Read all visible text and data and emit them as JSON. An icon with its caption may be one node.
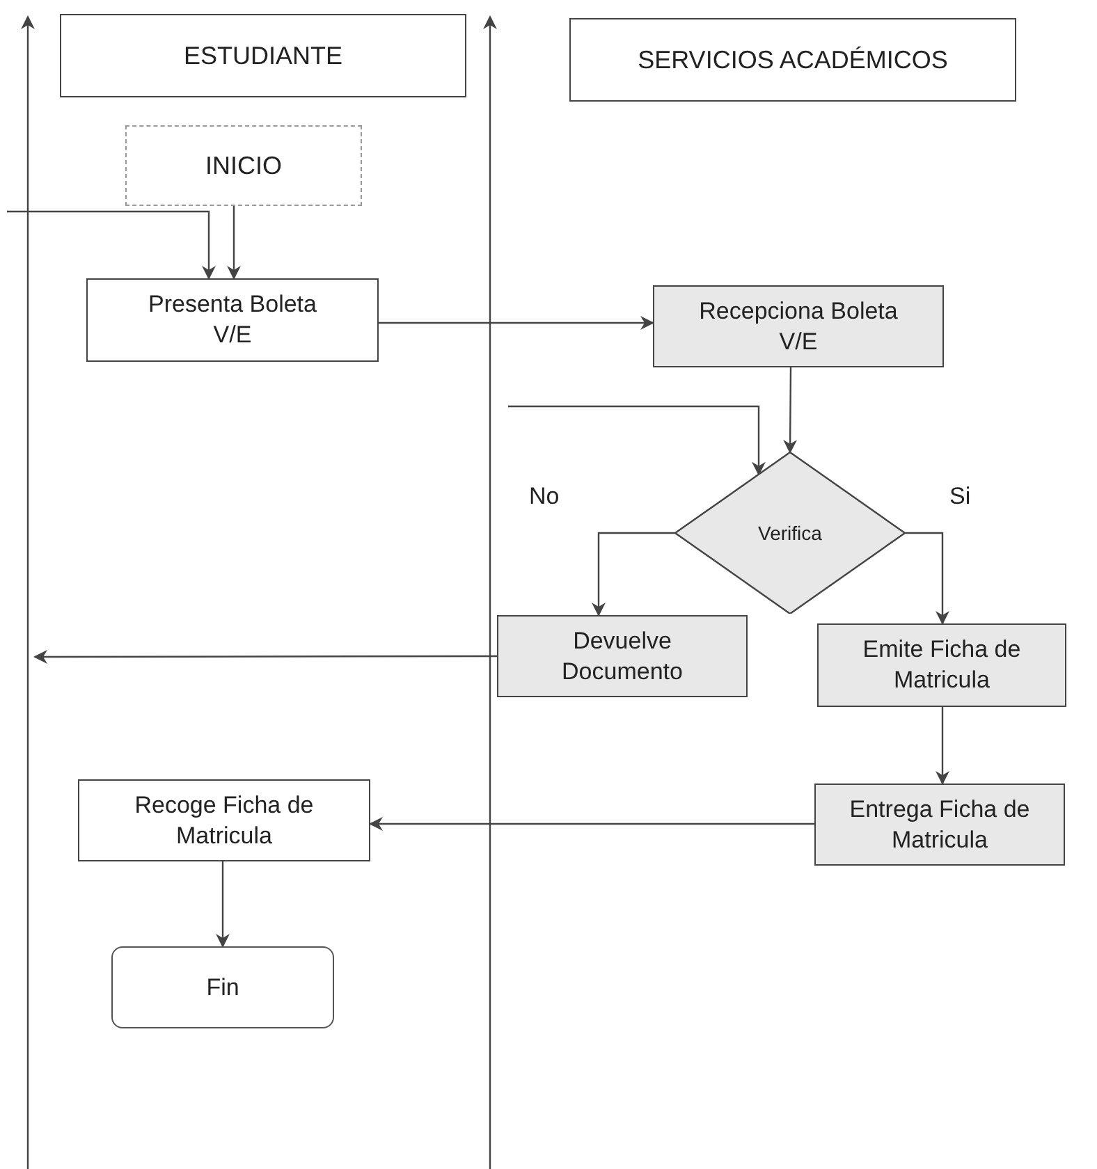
{
  "diagram": {
    "nodes": [
      {
        "text": [
          "ESTUDIANTE"
        ]
      },
      {
        "text": [
          "SERVICIOS ACADÉMICOS"
        ]
      },
      {
        "text": [
          "INICIO"
        ]
      },
      {
        "text": [
          "Presenta Boleta V/E"
        ]
      },
      {
        "text": [
          "Recepciona Boleta V/E"
        ]
      },
      {
        "text": [
          "Verifica"
        ]
      },
      {
        "text": [
          "Devuelve Documento"
        ]
      },
      {
        "text": [
          "Emite Ficha de Matricula"
        ]
      },
      {
        "text": [
          "Recoge Ficha de Matricula"
        ]
      },
      {
        "text": [
          "Entrega Ficha de Matricula"
        ]
      },
      {
        "text": [
          "Fin"
        ]
      }
    ],
    "edges": [
      {
        "from": 2,
        "to": 3,
        "arrow": "to"
      },
      {
        "from": null,
        "to": 3,
        "arrow": "to"
      },
      {
        "from": 3,
        "to": 4,
        "arrow": "to"
      },
      {
        "from": 4,
        "to": 5,
        "arrow": "to"
      },
      {
        "from": null,
        "to": 5,
        "arrow": "to"
      },
      {
        "from": 5,
        "to": 6,
        "arrow": "to",
        "label": "No"
      },
      {
        "from": 5,
        "to": 7,
        "arrow": "to",
        "label": "Si"
      },
      {
        "from": 6,
        "to": null,
        "arrow": "to"
      },
      {
        "from": 7,
        "to": 9,
        "arrow": "to"
      },
      {
        "from": 9,
        "to": 8,
        "arrow": "to"
      },
      {
        "from": 8,
        "to": 10,
        "arrow": "to"
      }
    ]
  }
}
